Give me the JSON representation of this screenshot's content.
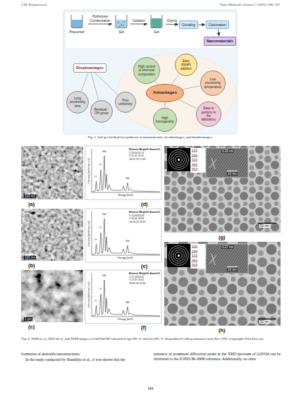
{
  "diagram": {
    "caption": "Fig. 5. Sol-gel method for synthesis of nanomaterials, its advantages, and disadvantages.",
    "nodes": [
      {
        "text": [
          "Precursor"
        ]
      },
      {
        "text": [
          "Sol"
        ]
      },
      {
        "text": [
          "Gel"
        ]
      },
      {
        "text": [
          "Grinding"
        ]
      },
      {
        "text": [
          "Calcination"
        ]
      },
      {
        "text": [
          "Nanomaterials"
        ]
      },
      {
        "text": [
          "Disadvantages"
        ]
      },
      {
        "text": [
          "Long processing time"
        ]
      },
      {
        "text": [
          "Residual -OH group"
        ]
      },
      {
        "text": [
          "Poor uniformity"
        ]
      },
      {
        "text": [
          "Advantages"
        ]
      },
      {
        "text": [
          "Easy dopant addition"
        ]
      },
      {
        "text": [
          "High control of chemical composition"
        ]
      },
      {
        "text": [
          "Low processing temperature"
        ]
      },
      {
        "text": [
          "High homogeneity"
        ]
      },
      {
        "text": [
          "Easy to perform in the laboratory"
        ]
      }
    ],
    "edges": [
      {
        "from": 0,
        "to": 1,
        "label": "Hydrolysis Condensation",
        "arrow": "to"
      },
      {
        "from": 1,
        "to": 2,
        "label": "Gelation",
        "arrow": "to"
      },
      {
        "from": 2,
        "to": 3,
        "label": "Drying",
        "arrow": "to"
      },
      {
        "from": 3,
        "to": 4,
        "arrow": "to"
      },
      {
        "from": 4,
        "to": 5,
        "arrow": "to"
      },
      {
        "from": 6,
        "to": 7,
        "arrow": "none"
      },
      {
        "from": 6,
        "to": 8,
        "arrow": "none"
      },
      {
        "from": 6,
        "to": 9,
        "arrow": "none"
      },
      {
        "from": 10,
        "to": 11,
        "arrow": "none"
      },
      {
        "from": 10,
        "to": 12,
        "arrow": "none"
      },
      {
        "from": 10,
        "to": 13,
        "arrow": "none"
      },
      {
        "from": 10,
        "to": 14,
        "arrow": "none"
      },
      {
        "from": 10,
        "to": 15,
        "arrow": "none"
      }
    ],
    "labels": [
      "S.M. Roopan et al.",
      "Nano Materials Science 7 (2025) 180–197",
      "Fig. 6. SEM (a–c), EDS (d–f), and TEM images of GdVO4 NP calcined at (g) 500 °C and (h) 600 °C. Reproduced with permission from Ref. [39]. Copyright 2014 Elsevier.",
      "formation of desirable nanostructures.",
      "In the study conducted by Shandilya et al., it was shown that the",
      "presence of prominent diffraction peaks in the XRD spectrum of GdVO4 can be attributed to the JCPDS 86–0996 reference. Additionally, no other",
      "184",
      "(a)",
      "(b)",
      "(c)",
      "(d)",
      "(e)",
      "(f)",
      "(g)",
      "(h)",
      "100 nm",
      "100 nm",
      "1 µm",
      "Intensity (arbitrary unit)",
      "Energy (keV)",
      "O",
      "V",
      "Gd",
      "Gd",
      "Element Weight% Atomic%",
      "O 20.60 62.11",
      "V 21.41 20.20",
      "Gd 57.99 17.69",
      "Intensity (arbitrary unit)",
      "Energy (keV)",
      "O",
      "V",
      "Gd",
      "Gd",
      "Element Weight% Atomic%",
      "O 20.68 60.06",
      "V 24.09 23.04",
      "Gd 55.23 16.90",
      "Intensity (arbitrary unit)",
      "Energy (keV)",
      "O",
      "V",
      "Gd",
      "Gd",
      "Element Weight% Atomic%",
      "O 21.08 60.41",
      "V 17.87 16.65",
      "Gd 61.05 22.94",
      "101",
      "200",
      "112",
      "301",
      "312",
      "0.36 nm",
      "10 nm",
      "50 nm",
      "101",
      "200",
      "112",
      "301",
      "312",
      "0.27 nm",
      "10 nm",
      "50 nm"
    ]
  }
}
